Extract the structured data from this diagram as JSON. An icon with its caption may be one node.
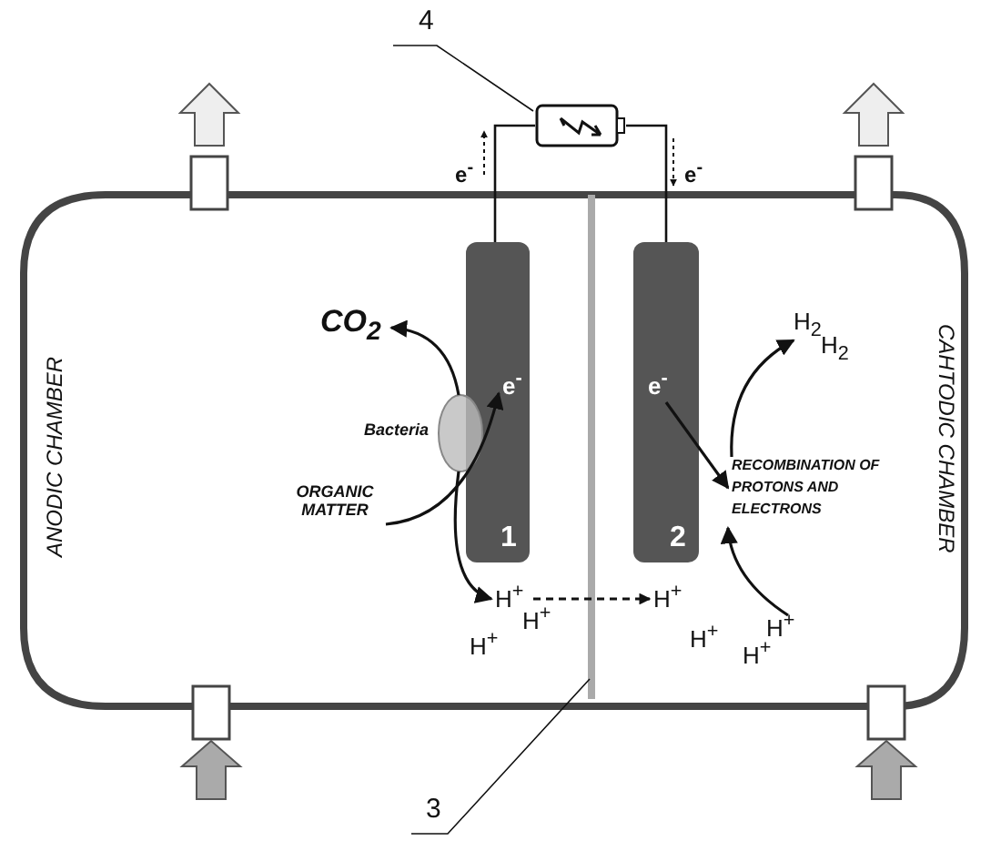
{
  "diagram": {
    "nodes": [
      {
        "text": [
          "4"
        ]
      },
      {
        "text": [],
        "shape": "battery"
      },
      {
        "text": [
          "1"
        ]
      },
      {
        "text": [
          "2"
        ]
      },
      {
        "text": [],
        "shape": "bar"
      },
      {
        "text": [
          "3"
        ]
      },
      {
        "text": [
          "CO$_{2}$"
        ]
      },
      {
        "text": [
          "ORGANIC MATTER"
        ]
      },
      {
        "text": [
          "Bacteria"
        ]
      },
      {
        "text": [
          "e$^{-}$"
        ],
        "in": 2
      },
      {
        "text": [
          "e$^{-}$"
        ],
        "in": 3
      },
      {
        "text": [
          "H$^{+}$"
        ]
      },
      {
        "text": [
          "H$^{+}$"
        ]
      },
      {
        "text": [
          "H$^{+}$"
        ]
      },
      {
        "text": [
          "H$^{+}$"
        ]
      },
      {
        "text": [
          "RECOMBINATION OF PROTONS AND ELECTRONS"
        ]
      },
      {
        "text": [
          "H$_{2}$"
        ]
      },
      {
        "text": [
          "H$_{2}$"
        ]
      },
      {
        "text": [
          "H$^{+}$"
        ]
      },
      {
        "text": [
          "H$^{+}$"
        ]
      },
      {
        "text": [
          "H$^{+}$"
        ]
      }
    ],
    "edges": [
      {
        "from": 0,
        "to": 1,
        "arrow": "none"
      },
      {
        "from": 5,
        "to": 4,
        "arrow": "none"
      },
      {
        "from": 2,
        "to": 1,
        "arrow": "none"
      },
      {
        "from": 1,
        "to": 3,
        "arrow": "none"
      },
      {
        "from": 7,
        "to": 9,
        "arrow": "to"
      },
      {
        "from": 8,
        "to": 6,
        "arrow": "to"
      },
      {
        "from": 8,
        "to": 11,
        "arrow": "to"
      },
      {
        "from": 11,
        "to": 14,
        "arrow": "to",
        "style": "dashed"
      },
      {
        "from": 10,
        "to": 15,
        "arrow": "to"
      },
      {
        "from": 20,
        "to": 15,
        "arrow": "to"
      },
      {
        "from": 15,
        "to": 16,
        "arrow": "to"
      }
    ],
    "labels": [
      "e$^{-}$",
      "e$^{-}$",
      "ANODIC CHAMBER",
      "CAHTODIC CHAMBER"
    ]
  }
}
